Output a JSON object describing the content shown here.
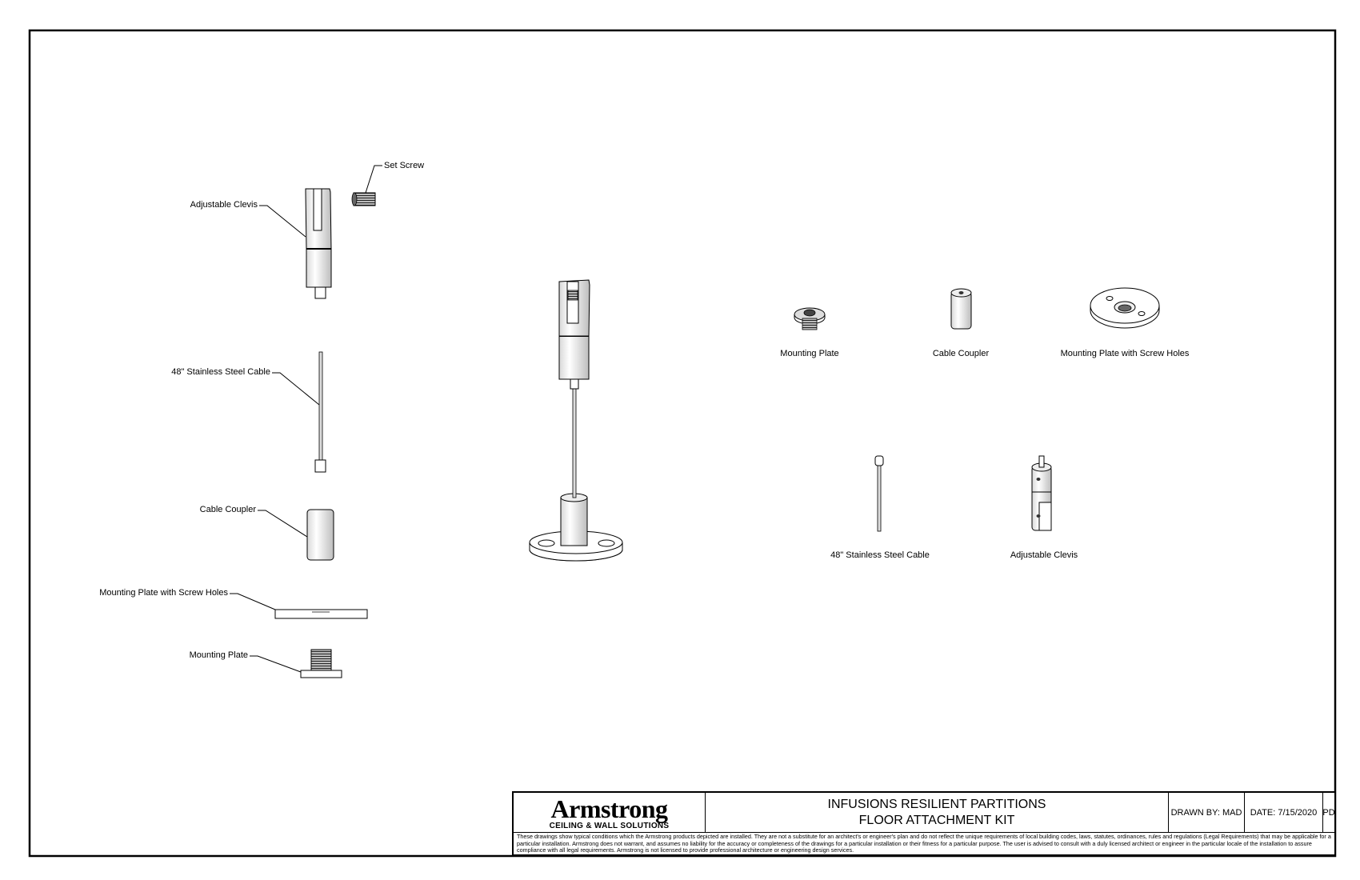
{
  "exploded_labels": {
    "set_screw": "Set Screw",
    "adjustable_clevis": "Adjustable Clevis",
    "cable": "48\" Stainless Steel Cable",
    "cable_coupler": "Cable Coupler",
    "mounting_plate_holes": "Mounting Plate with Screw Holes",
    "mounting_plate": "Mounting Plate"
  },
  "iso_labels": {
    "mounting_plate": "Mounting Plate",
    "cable_coupler": "Cable Coupler",
    "mounting_plate_holes": "Mounting Plate with Screw Holes",
    "cable": "48\" Stainless Steel Cable",
    "adjustable_clevis": "Adjustable Clevis"
  },
  "title_block": {
    "logo_text": "Armstrong",
    "logo_subtitle": "CEILING & WALL SOLUTIONS",
    "title_line1": "INFUSIONS RESILIENT PARTITIONS",
    "title_line2": "FLOOR ATTACHMENT KIT",
    "drawn_by": "DRAWN BY: MAD",
    "date": "DATE: 7/15/2020",
    "pd": "PD",
    "disclaimer": "These drawings show typical conditions which the Armstrong products depicted are installed.  They are not a substitute for an architect's or engineer's plan and do not reflect the unique requirements of local building codes, laws, statutes, ordinances, rules and regulations (Legal Requirements) that may be applicable for a particular installation. Armstrong does not warrant, and assumes no liability for the accuracy or completeness of the drawings for a particular installation or their fitness for a particular purpose. The user is advised to consult with a duly licensed architect or engineer in the particular locale of the installation to assure compliance with all legal requirements. Armstrong is not licensed to provide professional architecture or engineering design services."
  }
}
